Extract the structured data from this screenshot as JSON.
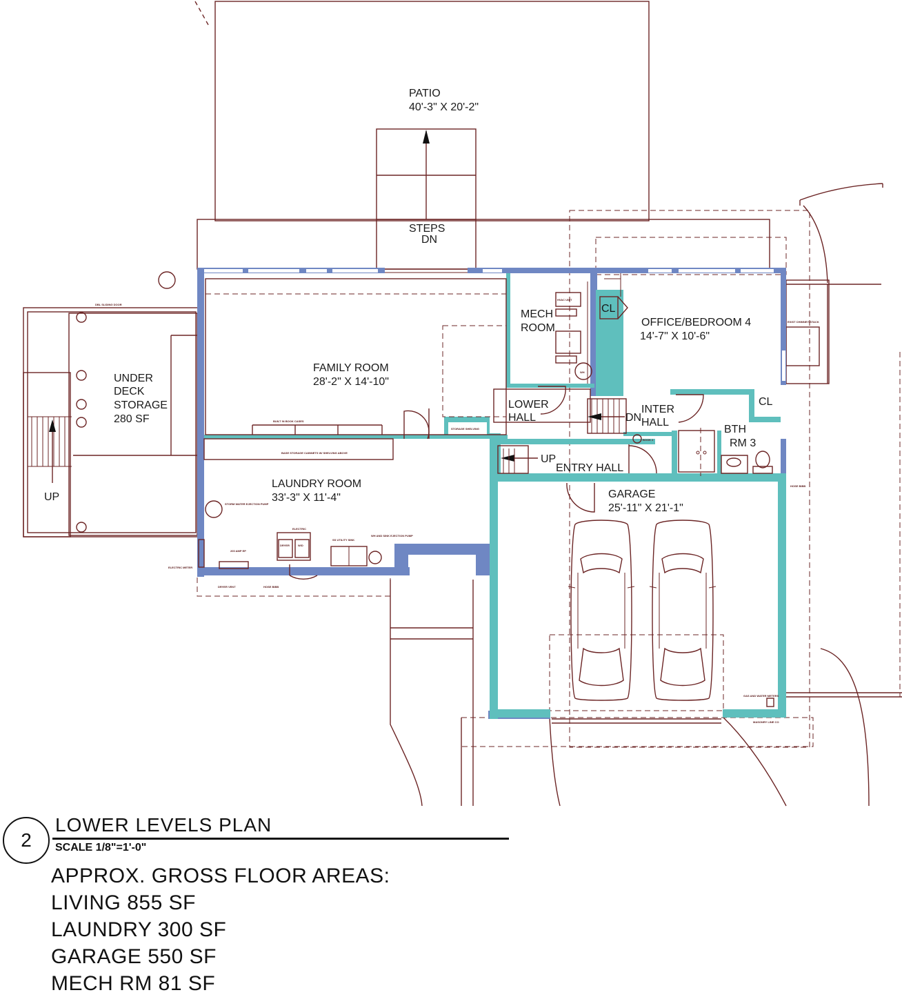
{
  "rooms": {
    "patio": {
      "name": "PATIO",
      "dims": "40'-3\" X 20'-2\""
    },
    "steps": {
      "line1": "STEPS",
      "line2": "DN"
    },
    "under_deck": {
      "line1": "UNDER",
      "line2": "DECK",
      "line3": "STORAGE",
      "line4": "280 SF"
    },
    "up_stair": "UP",
    "family": {
      "name": "FAMILY ROOM",
      "dims": "28'-2\" X 14'-10\""
    },
    "mech": {
      "line1": "MECH",
      "line2": "ROOM"
    },
    "closet_a": "CL",
    "office": {
      "name": "OFFICE/BEDROOM 4",
      "dims": "14'-7\" X 10'-6\""
    },
    "lower_hall": {
      "line1": "LOWER",
      "line2": "HALL"
    },
    "inter_hall": {
      "line1": "INTER",
      "line2": "HALL"
    },
    "dn": "DN",
    "closet_b": "CL",
    "bath": {
      "line1": "BTH",
      "line2": "RM 3"
    },
    "entry_up": "UP",
    "entry_hall": "ENTRY HALL",
    "laundry": {
      "name": "LAUNDRY ROOM",
      "dims": "33'-3\" X 11'-4\""
    },
    "garage": {
      "name": "GARAGE",
      "dims": "25'-11\" X 21'-1\""
    }
  },
  "fixture_labels": {
    "sliding_door": "DBL SLIDING DOOR",
    "built_in_cases": "BUILT IN BOOK CASES",
    "base_storage": "BASE STORAGE CABINETS W/ SHELVING ABOVE",
    "storage_shelving": "STORAGE SHELVING",
    "storm_pump": "STORM WATER EJECTION PUMP",
    "electric": "ELECTRIC",
    "dryer": "DRYER",
    "washer": "W/D",
    "utility_sink": "SS UTILITY SINK",
    "ejection_pump": "WH AND SINK EJECTION PUMP",
    "amp": "200 AMP EP",
    "dryer_vent": "DRYER VENT",
    "hose_bibb": "HOSE BIBB",
    "electric_meter": "ELECTRIC METER",
    "gas_water": "GAS AND WATER METERS",
    "masonry": "MASONRY LINE CO",
    "hvac": "HVAC UNIT",
    "hose_bibb_2": "HOSE BIBB",
    "stair_note": "BOOK 2",
    "wh": "WH",
    "ext_note": "EXIST CHIMNEY/STACK"
  },
  "title_block": {
    "number": "2",
    "title": "LOWER LEVELS PLAN",
    "scale": "SCALE 1/8\"=1'-0\""
  },
  "areas": {
    "heading": "APPROX. GROSS FLOOR AREAS:",
    "items": [
      "LIVING 855 SF",
      "LAUNDRY 300 SF",
      "GARAGE 550 SF",
      "MECH RM 81 SF"
    ]
  },
  "colors": {
    "line": "#6b2424",
    "wall_blue": "#6f87c3",
    "wall_teal": "#5fbfbd"
  }
}
